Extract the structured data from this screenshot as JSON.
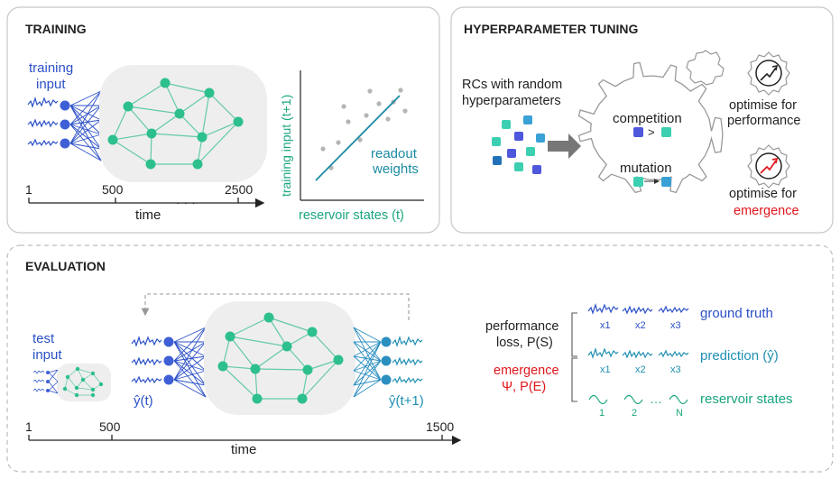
{
  "colors": {
    "blue": "#2b50c8",
    "teal": "#1aa67f",
    "readout": "#1a8aa3",
    "red": "#e0161b",
    "grey": "#888888",
    "panel_border": "#c8c8c8",
    "net_bg": "#eeeeee"
  },
  "training": {
    "title": "TRAINING",
    "input_label_1": "training",
    "input_label_2": "input",
    "time_ticks": [
      "1",
      "500",
      "2500"
    ],
    "time_label": "time",
    "scatter": {
      "ylabel": "training input (t+1)",
      "xlabel": "reservoir states (t)",
      "readout_1": "readout",
      "readout_2": "weights"
    }
  },
  "hyper": {
    "title": "HYPERPARAMETER TUNING",
    "rc_label_1": "RCs with random",
    "rc_label_2": "hyperparameters",
    "competition": "competition",
    "mutation": "mutation",
    "gt": ">",
    "opt_perf_1": "optimise for",
    "opt_perf_2": "performance",
    "opt_em_1": "optimise for",
    "opt_em_2": "emergence"
  },
  "evaluation": {
    "title": "EVALUATION",
    "test_label_1": "test",
    "test_label_2": "input",
    "yhat_t": "ŷ(t)",
    "yhat_t1": "ŷ(t+1)",
    "time_ticks": [
      "1",
      "500",
      "1500"
    ],
    "time_label": "time",
    "perf_1": "performance",
    "perf_2": "loss, P(S)",
    "em_1": "emergence",
    "em_2": "Ψ, P(E)",
    "ground_truth": "ground truth",
    "prediction": "prediction (ŷ)",
    "reservoir_states": "reservoir states",
    "x1": "x1",
    "x2": "x2",
    "x3": "x3",
    "s1": "1",
    "s2": "2",
    "sN": "N",
    "dots": "…"
  }
}
